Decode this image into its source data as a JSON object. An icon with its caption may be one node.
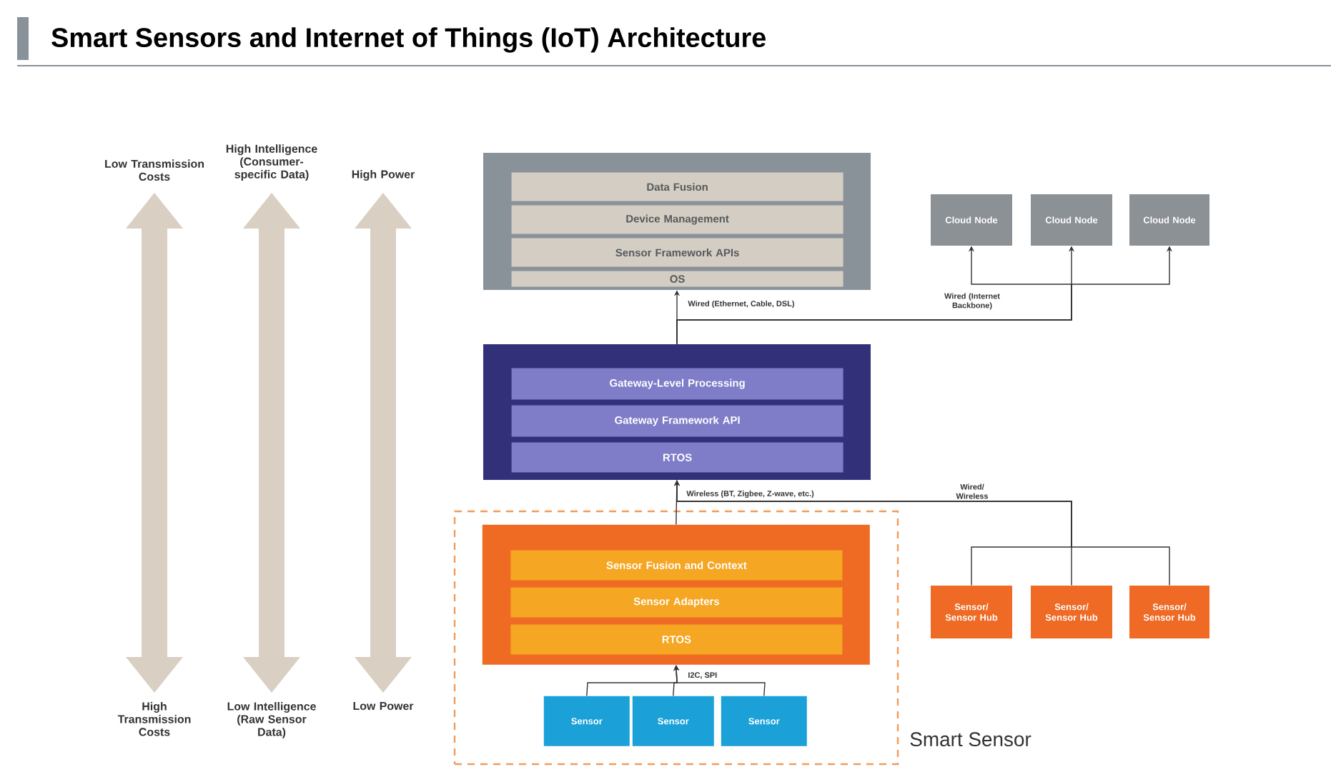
{
  "diagram": {
    "title": "Smart Sensors and Internet of Things (IoT) Architecture",
    "nodes": [
      {
        "text": [],
        "shape": "box"
      },
      {
        "text": [
          "Data Fusion"
        ],
        "in": 0
      },
      {
        "text": [
          "Device Management"
        ],
        "in": 0
      },
      {
        "text": [
          "Sensor Framework APIs"
        ],
        "in": 0
      },
      {
        "text": [
          "OS"
        ],
        "in": 0
      },
      {
        "text": [
          "Cloud Node"
        ]
      },
      {
        "text": [
          "Cloud Node"
        ]
      },
      {
        "text": [
          "Cloud Node"
        ]
      },
      {
        "text": [],
        "shape": "box"
      },
      {
        "text": [
          "Gateway-Level Processing"
        ],
        "in": 8
      },
      {
        "text": [
          "Gateway Framework API"
        ],
        "in": 8
      },
      {
        "text": [
          "RTOS"
        ],
        "in": 8
      },
      {
        "text": [
          "Smart Sensor"
        ]
      },
      {
        "text": [],
        "shape": "box",
        "in": 12
      },
      {
        "text": [
          "Sensor Fusion and Context"
        ],
        "in": 13
      },
      {
        "text": [
          "Sensor Adapters"
        ],
        "in": 13
      },
      {
        "text": [
          "RTOS"
        ],
        "in": 13
      },
      {
        "text": [
          "Sensor"
        ],
        "in": 12
      },
      {
        "text": [
          "Sensor"
        ],
        "in": 12
      },
      {
        "text": [
          "Sensor"
        ],
        "in": 12
      },
      {
        "text": [
          "Sensor/ Sensor Hub"
        ]
      },
      {
        "text": [
          "Sensor/ Sensor Hub"
        ]
      },
      {
        "text": [
          "Sensor/ Sensor Hub"
        ]
      }
    ],
    "edges": [
      {
        "from": 8,
        "to": 0,
        "arrow": "to",
        "label": "Wired (Ethernet, Cable, DSL)"
      },
      {
        "from": 8,
        "to": 5,
        "arrow": "to",
        "label": "Wired (Internet Backbone)"
      },
      {
        "from": 8,
        "to": 6,
        "arrow": "to"
      },
      {
        "from": 8,
        "to": 7,
        "arrow": "to"
      },
      {
        "from": 13,
        "to": 8,
        "arrow": "none",
        "label": "Wireless (BT, Zigbee, Z-wave, etc.)"
      },
      {
        "from": 20,
        "to": 8,
        "arrow": "to",
        "label": "Wired/ Wireless"
      },
      {
        "from": 21,
        "to": 8,
        "arrow": "to"
      },
      {
        "from": 22,
        "to": 8,
        "arrow": "to"
      },
      {
        "from": 17,
        "to": 13,
        "arrow": "to",
        "label": "I2C, SPI"
      },
      {
        "from": 18,
        "to": 13,
        "arrow": "to"
      },
      {
        "from": 19,
        "to": 13,
        "arrow": "to"
      }
    ],
    "labels": [
      "Low Transmission Costs",
      "High Intelligence (Consumer-specific Data)",
      "High Power",
      "High Transmission Costs",
      "Low Intelligence (Raw Sensor Data)",
      "Low Power"
    ]
  }
}
